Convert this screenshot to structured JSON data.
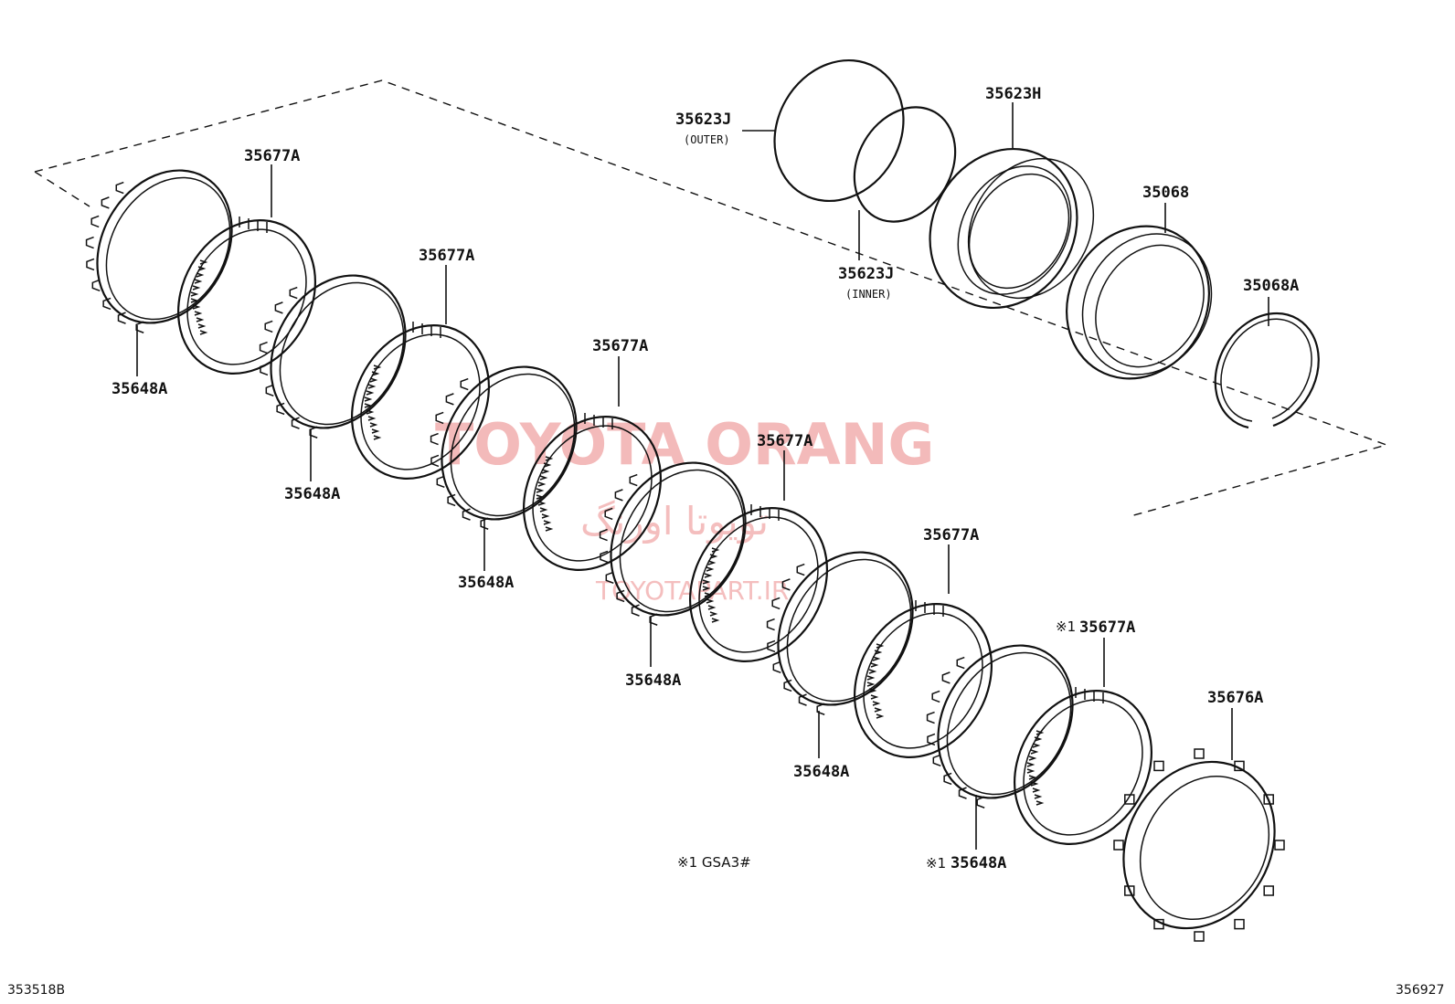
{
  "diagram": {
    "labels": {
      "l1": "35677A",
      "l2": "35677A",
      "l3": "35677A",
      "l4": "35677A",
      "l5": "35677A",
      "l6": "35677A",
      "l7": "35648A",
      "l8": "35648A",
      "l9": "35648A",
      "l10": "35648A",
      "l11": "35648A",
      "l12": "35648A",
      "l13": "35623J",
      "l14": "35623J",
      "l15": "35623H",
      "l16": "35068",
      "l17": "35068A",
      "l18": "35676A"
    },
    "sublabels": {
      "outer": "(OUTER)",
      "inner": "(INNER)"
    },
    "marks": {
      "m1": "※1",
      "m2": "※1"
    },
    "footnote": "※1  GSA3#",
    "corner_left": "353518B",
    "corner_right": "356927"
  },
  "watermark": {
    "line1": "TOYOTA ORANG",
    "line2": "تویوتا اورنگ",
    "line3": "TOYOTAPART.IR"
  },
  "colors": {
    "ink": "#111111",
    "watermark": "#f0a3a3"
  }
}
